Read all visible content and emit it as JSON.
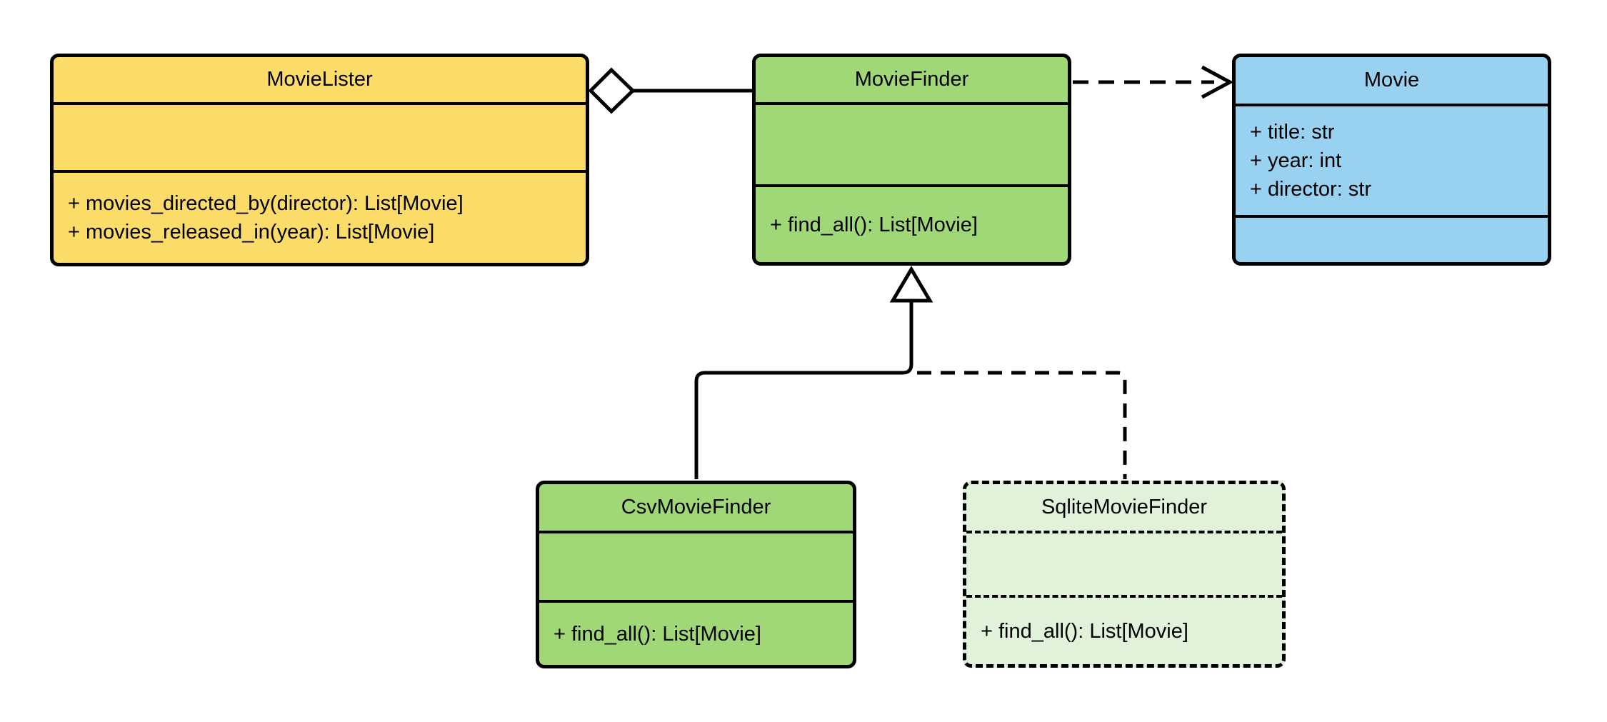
{
  "diagram_title": "",
  "classes": {
    "movie_lister": {
      "name": "MovieLister",
      "attributes": [],
      "methods": [
        "+ movies_directed_by(director): List[Movie]",
        "+ movies_released_in(year): List[Movie]"
      ],
      "fill": "#FCDC69",
      "border_style": "solid"
    },
    "movie_finder": {
      "name": "MovieFinder",
      "attributes": [],
      "methods": [
        "+ find_all(): List[Movie]"
      ],
      "fill": "#A0D878",
      "border_style": "solid"
    },
    "movie": {
      "name": "Movie",
      "attributes": [
        "+ title: str",
        "+ year: int",
        "+ director: str"
      ],
      "methods": [],
      "fill": "#99D1F1",
      "border_style": "solid"
    },
    "csv_movie_finder": {
      "name": "CsvMovieFinder",
      "attributes": [],
      "methods": [
        "+ find_all(): List[Movie]"
      ],
      "fill": "#A0D878",
      "border_style": "solid"
    },
    "sqlite_movie_finder": {
      "name": "SqliteMovieFinder",
      "attributes": [],
      "methods": [
        "+ find_all(): List[Movie]"
      ],
      "fill": "#E2F1DA",
      "border_style": "dashed"
    }
  },
  "relationships": [
    {
      "type": "aggregation",
      "from": "MovieLister",
      "to": "MovieFinder",
      "line": "solid",
      "marker": "hollow-diamond"
    },
    {
      "type": "dependency",
      "from": "MovieFinder",
      "to": "Movie",
      "line": "dashed",
      "marker": "open-arrow"
    },
    {
      "type": "generalization",
      "from": "CsvMovieFinder",
      "to": "MovieFinder",
      "line": "solid",
      "marker": "hollow-triangle"
    },
    {
      "type": "generalization",
      "from": "SqliteMovieFinder",
      "to": "MovieFinder",
      "line": "dashed",
      "marker": "hollow-triangle"
    }
  ],
  "colors": {
    "background": "#FFFFFF",
    "stroke": "#000000",
    "yellow_fill": "#FCDC69",
    "green_fill": "#A0D878",
    "blue_fill": "#99D1F1",
    "light_green_fill": "#E2F1DA"
  }
}
